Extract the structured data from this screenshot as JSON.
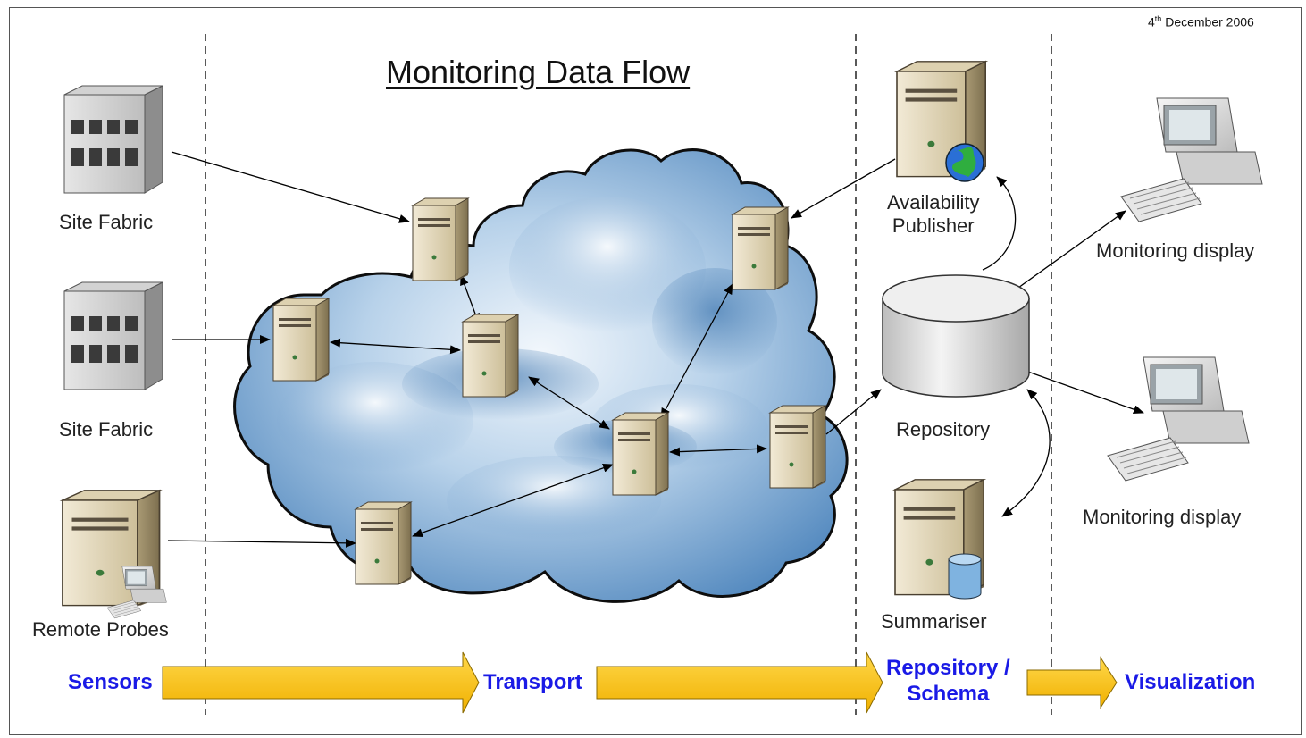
{
  "title": "Monitoring Data Flow",
  "date": {
    "day": "4",
    "suffix": "th",
    "rest": " December 2006"
  },
  "nodes": {
    "site_fabric_1": "Site Fabric",
    "site_fabric_2": "Site Fabric",
    "remote_probes": "Remote Probes",
    "availability_publisher_line1": "Availability",
    "availability_publisher_line2": "Publisher",
    "repository": "Repository",
    "summariser": "Summariser",
    "monitoring_display_1": "Monitoring display",
    "monitoring_display_2": "Monitoring display"
  },
  "stages": {
    "sensors": "Sensors",
    "transport": "Transport",
    "repository_line1": "Repository /",
    "repository_line2": "Schema",
    "visualization": "Visualization"
  },
  "colors": {
    "stage_text": "#1a1ae6",
    "arrow_fill": "#ffc000",
    "cloud_edge": "#0d0d0d",
    "cloud_light": "#e8f1fa",
    "cloud_dark": "#5a8ec0",
    "server_body": "#e2d6b8",
    "building": "#c8c8c8"
  },
  "icons": {
    "building": "building-icon",
    "server": "server-icon",
    "database": "database-icon",
    "globe": "globe-icon",
    "workstation": "workstation-icon"
  }
}
